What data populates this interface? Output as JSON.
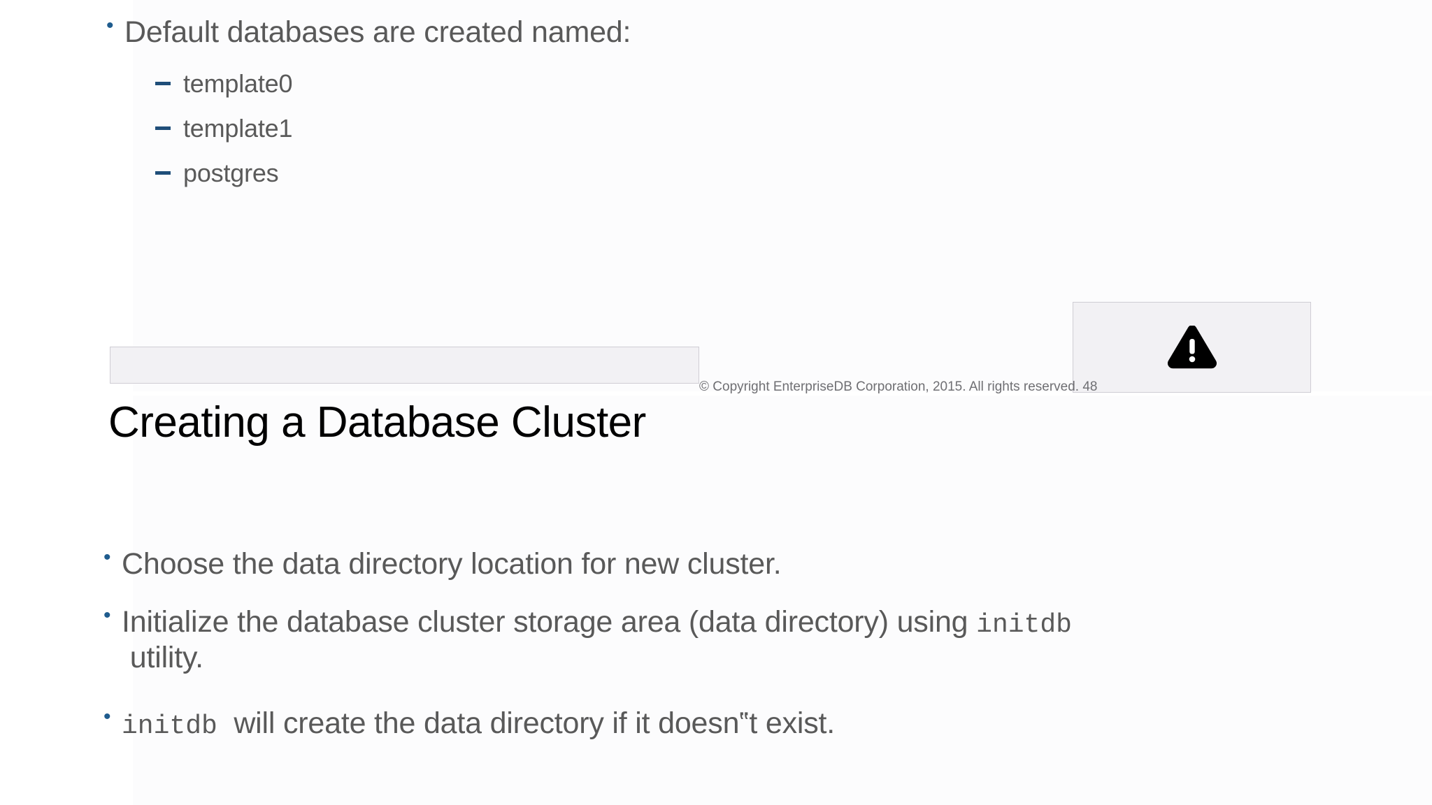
{
  "slide_top": {
    "main_bullet": "Default databases are created named:",
    "sub_bullets": [
      {
        "label": "template0"
      },
      {
        "label": "template1"
      },
      {
        "label": "postgres"
      }
    ],
    "placeholder_box": {
      "label": ""
    },
    "warning_icon": {
      "name": "warning-triangle-icon",
      "glyph": "!"
    }
  },
  "footer": {
    "copyright": "© Copyright EnterpriseDB Corporation, 2015. All rights reserved. 48"
  },
  "slide_bottom": {
    "title": "Creating a Database Cluster",
    "bullets": [
      {
        "parts": [
          {
            "kind": "text",
            "value": "Choose the data directory location for new cluster."
          }
        ]
      },
      {
        "parts": [
          {
            "kind": "text",
            "value": "Initialize the database cluster storage area (data directory) using "
          },
          {
            "kind": "code",
            "value": "initdb"
          },
          {
            "kind": "text",
            "value": "\n utility."
          }
        ]
      },
      {
        "parts": [
          {
            "kind": "code",
            "value": "initdb"
          },
          {
            "kind": "text",
            "value": "  will create the data directory if it doesn‟t exist."
          }
        ]
      }
    ]
  },
  "markers": {
    "dot": "•",
    "dash": "–"
  },
  "colors": {
    "bullet_blue": "#1f5c8e",
    "dash_navy": "#1f4e79",
    "body_gray": "#595959",
    "title_black": "#000000",
    "box_fill": "#f2f1f4",
    "box_border": "#cfcdd4",
    "footer_gray": "#6f6f73"
  }
}
